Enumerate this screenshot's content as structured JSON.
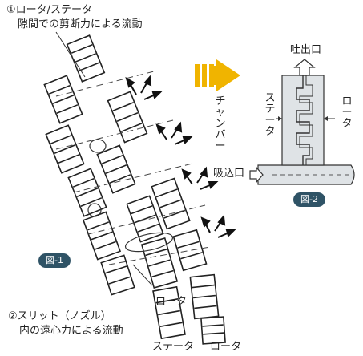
{
  "colors": {
    "accent": "#f0b400",
    "badge": "#2f5366",
    "stator_fill": "#dfe3e6"
  },
  "labels": {
    "annotation_1_line1": "①ロータ/ステータ",
    "annotation_1_line2": "隙間での剪断力による流動",
    "chamber_chars": "チャンバー",
    "figure_1": "図-1",
    "rotor_mid": "ロータ",
    "annotation_2_line1": "②スリット（ノズル）",
    "annotation_2_line2": "内の遠心力による流動",
    "stator_bottom": "ステータ",
    "rotor_bottom": "ロータ",
    "outlet": "吐出口",
    "stator_side": "ステータ",
    "rotor_side": "ロータ",
    "inlet": "吸込口",
    "figure_2": "図-2"
  }
}
